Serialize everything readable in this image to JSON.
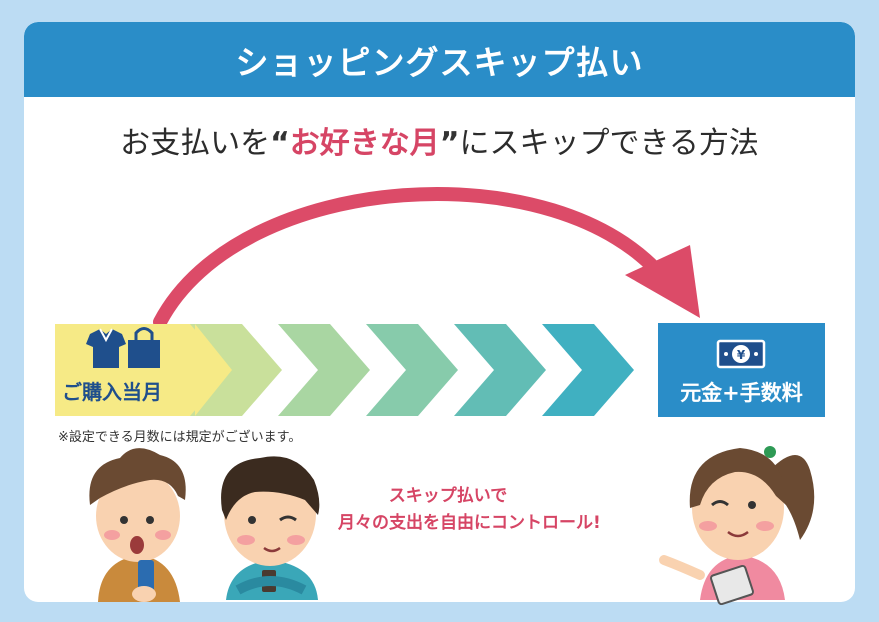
{
  "banner": {
    "title": "ショッピングスキップ払い"
  },
  "headline": {
    "before": "お支払いを",
    "open_quote": "“",
    "highlight": "お好きな月",
    "close_quote": "”",
    "after": "にスキップできる方法"
  },
  "flow": {
    "start_label": "ご購入当月",
    "end_label": "元金+手数料",
    "start_icons": [
      "shirt-icon",
      "shopping-bag-icon"
    ],
    "end_icon": "yen-banknote-icon",
    "chevron_colors": [
      "#c7df9c",
      "#a8d6a4",
      "#84cbac",
      "#5cbcb6",
      "#3eb0c2",
      "#2ea2c9"
    ]
  },
  "note": "※設定できる月数には規定がございます。",
  "caption": {
    "line1": "スキップ払いで",
    "line2": "月々の支出を自由にコントロール!"
  },
  "colors": {
    "accent_blue": "#2a8dc8",
    "accent_pink": "#d64565",
    "background": "#bcdcf3"
  }
}
